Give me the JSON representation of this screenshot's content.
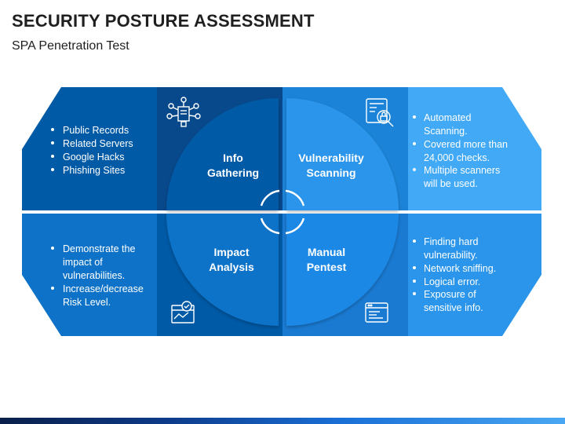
{
  "title": "SECURITY POSTURE ASSESSMENT",
  "subtitle": "SPA Penetration Test",
  "colors": {
    "dark_blue": "#005aa6",
    "mid_blue": "#0e73c8",
    "light_blue": "#2a95ea",
    "lighter_blue": "#42a9f6",
    "quad_dark": "#08498c"
  },
  "quadrants": [
    {
      "label_line1": "Info",
      "label_line2": "Gathering",
      "icon": "network-document-icon",
      "bullets": [
        "Public Records",
        "Related Servers",
        "Google Hacks",
        "Phishing Sites"
      ]
    },
    {
      "label_line1": "Vulnerability",
      "label_line2": "Scanning",
      "icon": "scan-lock-icon",
      "bullets_lines": [
        [
          "Automated",
          "Scanning."
        ],
        [
          "Covered more than",
          "24,000 checks."
        ],
        [
          "Multiple scanners",
          "will be used."
        ]
      ]
    },
    {
      "label_line1": "Impact",
      "label_line2": "Analysis",
      "icon": "analysis-check-icon",
      "bullets_lines": [
        [
          "Demonstrate the",
          "impact of",
          "vulnerabilities."
        ],
        [
          "Increase/decrease",
          "Risk Level."
        ]
      ]
    },
    {
      "label_line1": "Manual",
      "label_line2": "Pentest",
      "icon": "code-window-icon",
      "bullets_lines": [
        [
          "Finding hard",
          "vulnerability."
        ],
        [
          "Network sniffing."
        ],
        [
          "Logical error."
        ],
        [
          "Exposure of",
          "sensitive info."
        ]
      ]
    }
  ],
  "center_icon": "cycle-arrows-icon"
}
